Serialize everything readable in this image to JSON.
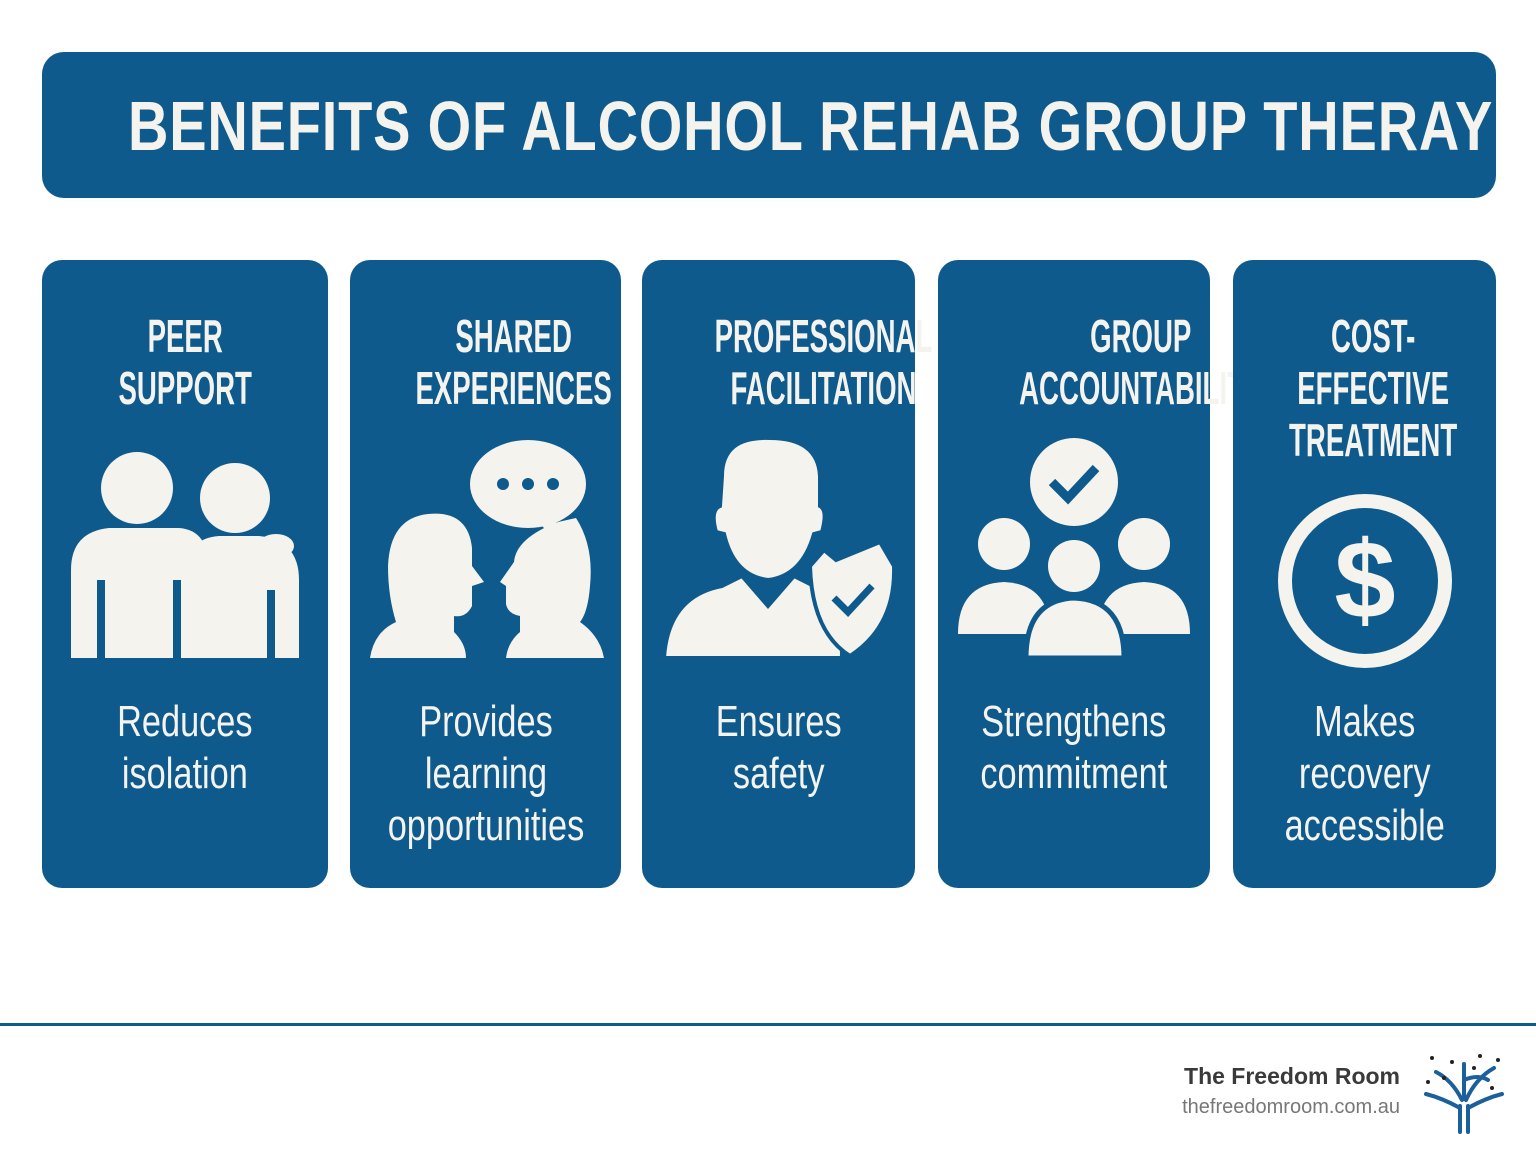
{
  "title": "BENEFITS OF ALCOHOL REHAB GROUP THERAY",
  "colors": {
    "brand_blue": "#0f5a8c",
    "text_light": "#f4f3ee"
  },
  "cards": [
    {
      "title": "PEER\nSUPPORT",
      "description": "Reduces\nisolation",
      "icon": "two-people-icon"
    },
    {
      "title": "SHARED\nEXPERIENCES",
      "description": "Provides\nlearning\nopportunities",
      "icon": "conversation-heads-icon"
    },
    {
      "title": "PROFESSIONAL\nFACILITATION",
      "description": "Ensures\nsafety",
      "icon": "professional-shield-icon"
    },
    {
      "title": "GROUP\nACCOUNTABILITY",
      "description": "Strengthens\ncommitment",
      "icon": "group-check-icon"
    },
    {
      "title": "COST-\nEFFECTIVE\nTREATMENT",
      "description": "Makes\nrecovery\naccessible",
      "icon": "dollar-coin-icon"
    }
  ],
  "footer": {
    "brand_name": "The Freedom Room",
    "url": "thefreedomroom.com.au"
  }
}
